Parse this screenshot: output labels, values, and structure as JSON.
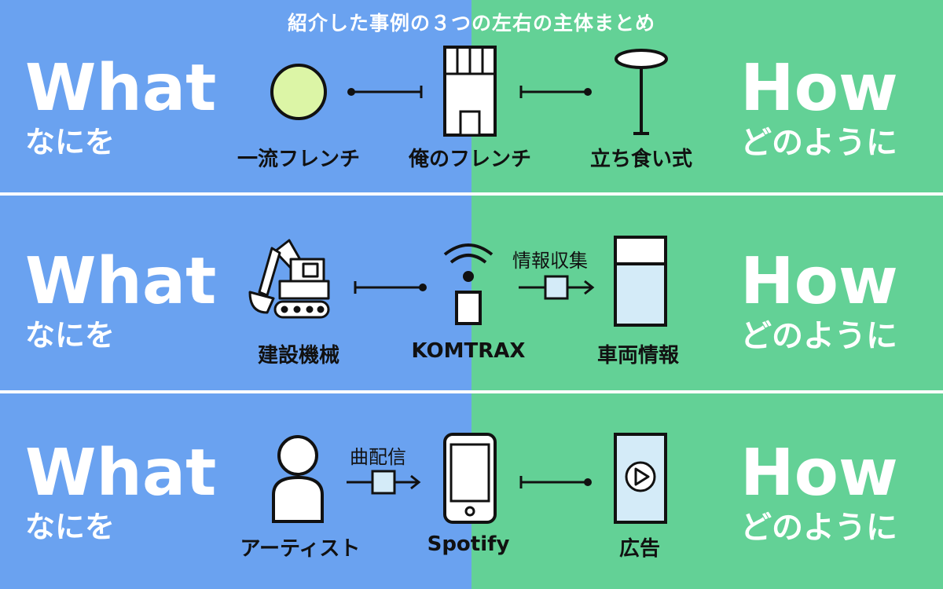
{
  "title": "紹介した事例の３つの左右の主体まとめ",
  "colors": {
    "left_bg": "#6aa2f0",
    "right_bg": "#63d196",
    "accent_circle": "#dcf5a6",
    "box_fill": "#d4ebf8"
  },
  "rows": [
    {
      "what": "What",
      "what_sub": "なにを",
      "how": "How",
      "how_sub": "どのように",
      "nodes": [
        "一流フレンチ",
        "俺のフレンチ",
        "立ち食い式"
      ],
      "icons": [
        "circle-icon",
        "building-icon",
        "standing-table-icon"
      ]
    },
    {
      "what": "What",
      "what_sub": "なにを",
      "how": "How",
      "how_sub": "どのように",
      "nodes": [
        "建設機械",
        "KOMTRAX",
        "車両情報"
      ],
      "edge_label": "情報収集",
      "icons": [
        "excavator-icon",
        "wifi-device-icon",
        "data-container-icon"
      ]
    },
    {
      "what": "What",
      "what_sub": "なにを",
      "how": "How",
      "how_sub": "どのように",
      "nodes": [
        "アーティスト",
        "Spotify",
        "広告"
      ],
      "edge_label": "曲配信",
      "icons": [
        "person-icon",
        "smartphone-icon",
        "video-ad-icon"
      ]
    }
  ]
}
